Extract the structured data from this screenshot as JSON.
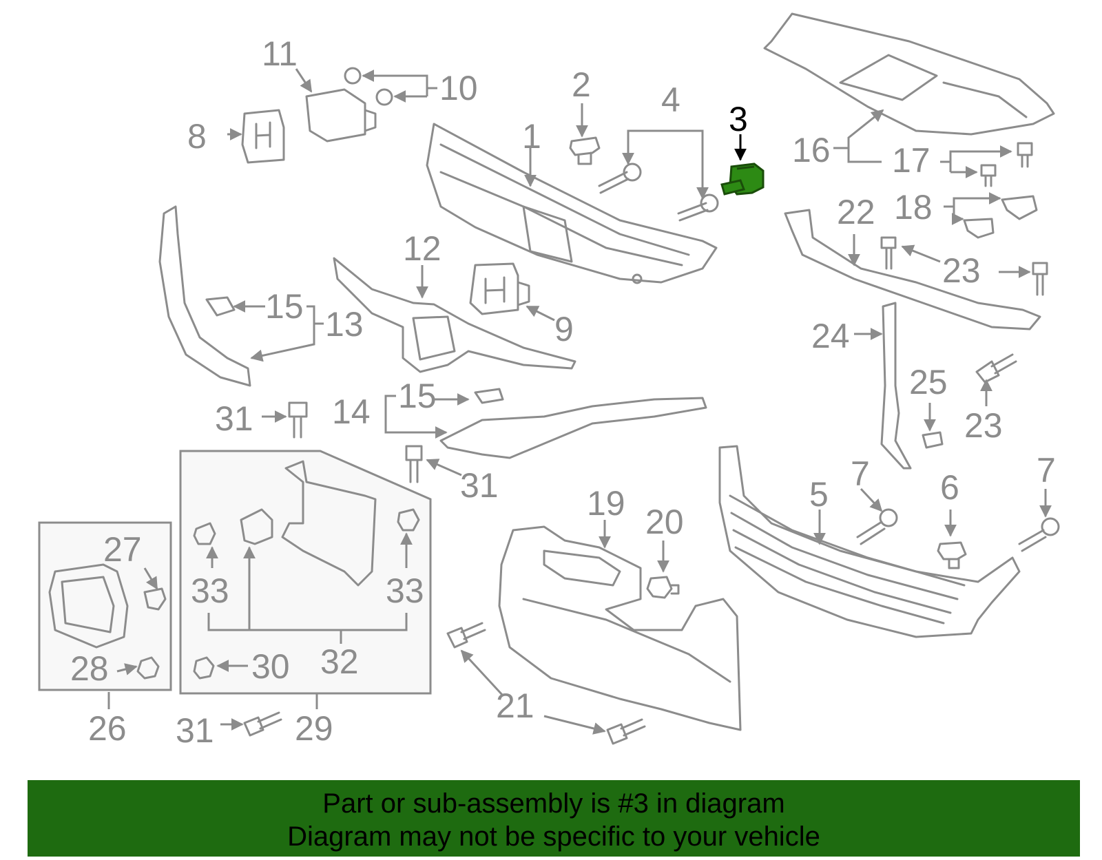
{
  "highlight_color": "#1e6b10",
  "highlighted_part_color": "#2d8a14",
  "line_color": "#8c8c8c",
  "highlighted_callout": "3",
  "callouts": {
    "c1": "1",
    "c2": "2",
    "c3": "3",
    "c4": "4",
    "c5": "5",
    "c6": "6",
    "c7a": "7",
    "c7b": "7",
    "c8": "8",
    "c9": "9",
    "c10": "10",
    "c11": "11",
    "c12": "12",
    "c13": "13",
    "c14": "14",
    "c15a": "15",
    "c15b": "15",
    "c16": "16",
    "c17": "17",
    "c18": "18",
    "c19": "19",
    "c20": "20",
    "c21": "21",
    "c22": "22",
    "c23a": "23",
    "c23b": "23",
    "c24": "24",
    "c25": "25",
    "c26": "26",
    "c27": "27",
    "c28": "28",
    "c29": "29",
    "c30": "30",
    "c31a": "31",
    "c31b": "31",
    "c31c": "31",
    "c32": "32",
    "c33a": "33",
    "c33b": "33"
  },
  "banner": {
    "line1": "Part or sub-assembly is #3 in diagram",
    "line2": "Diagram may not be specific to your vehicle"
  }
}
